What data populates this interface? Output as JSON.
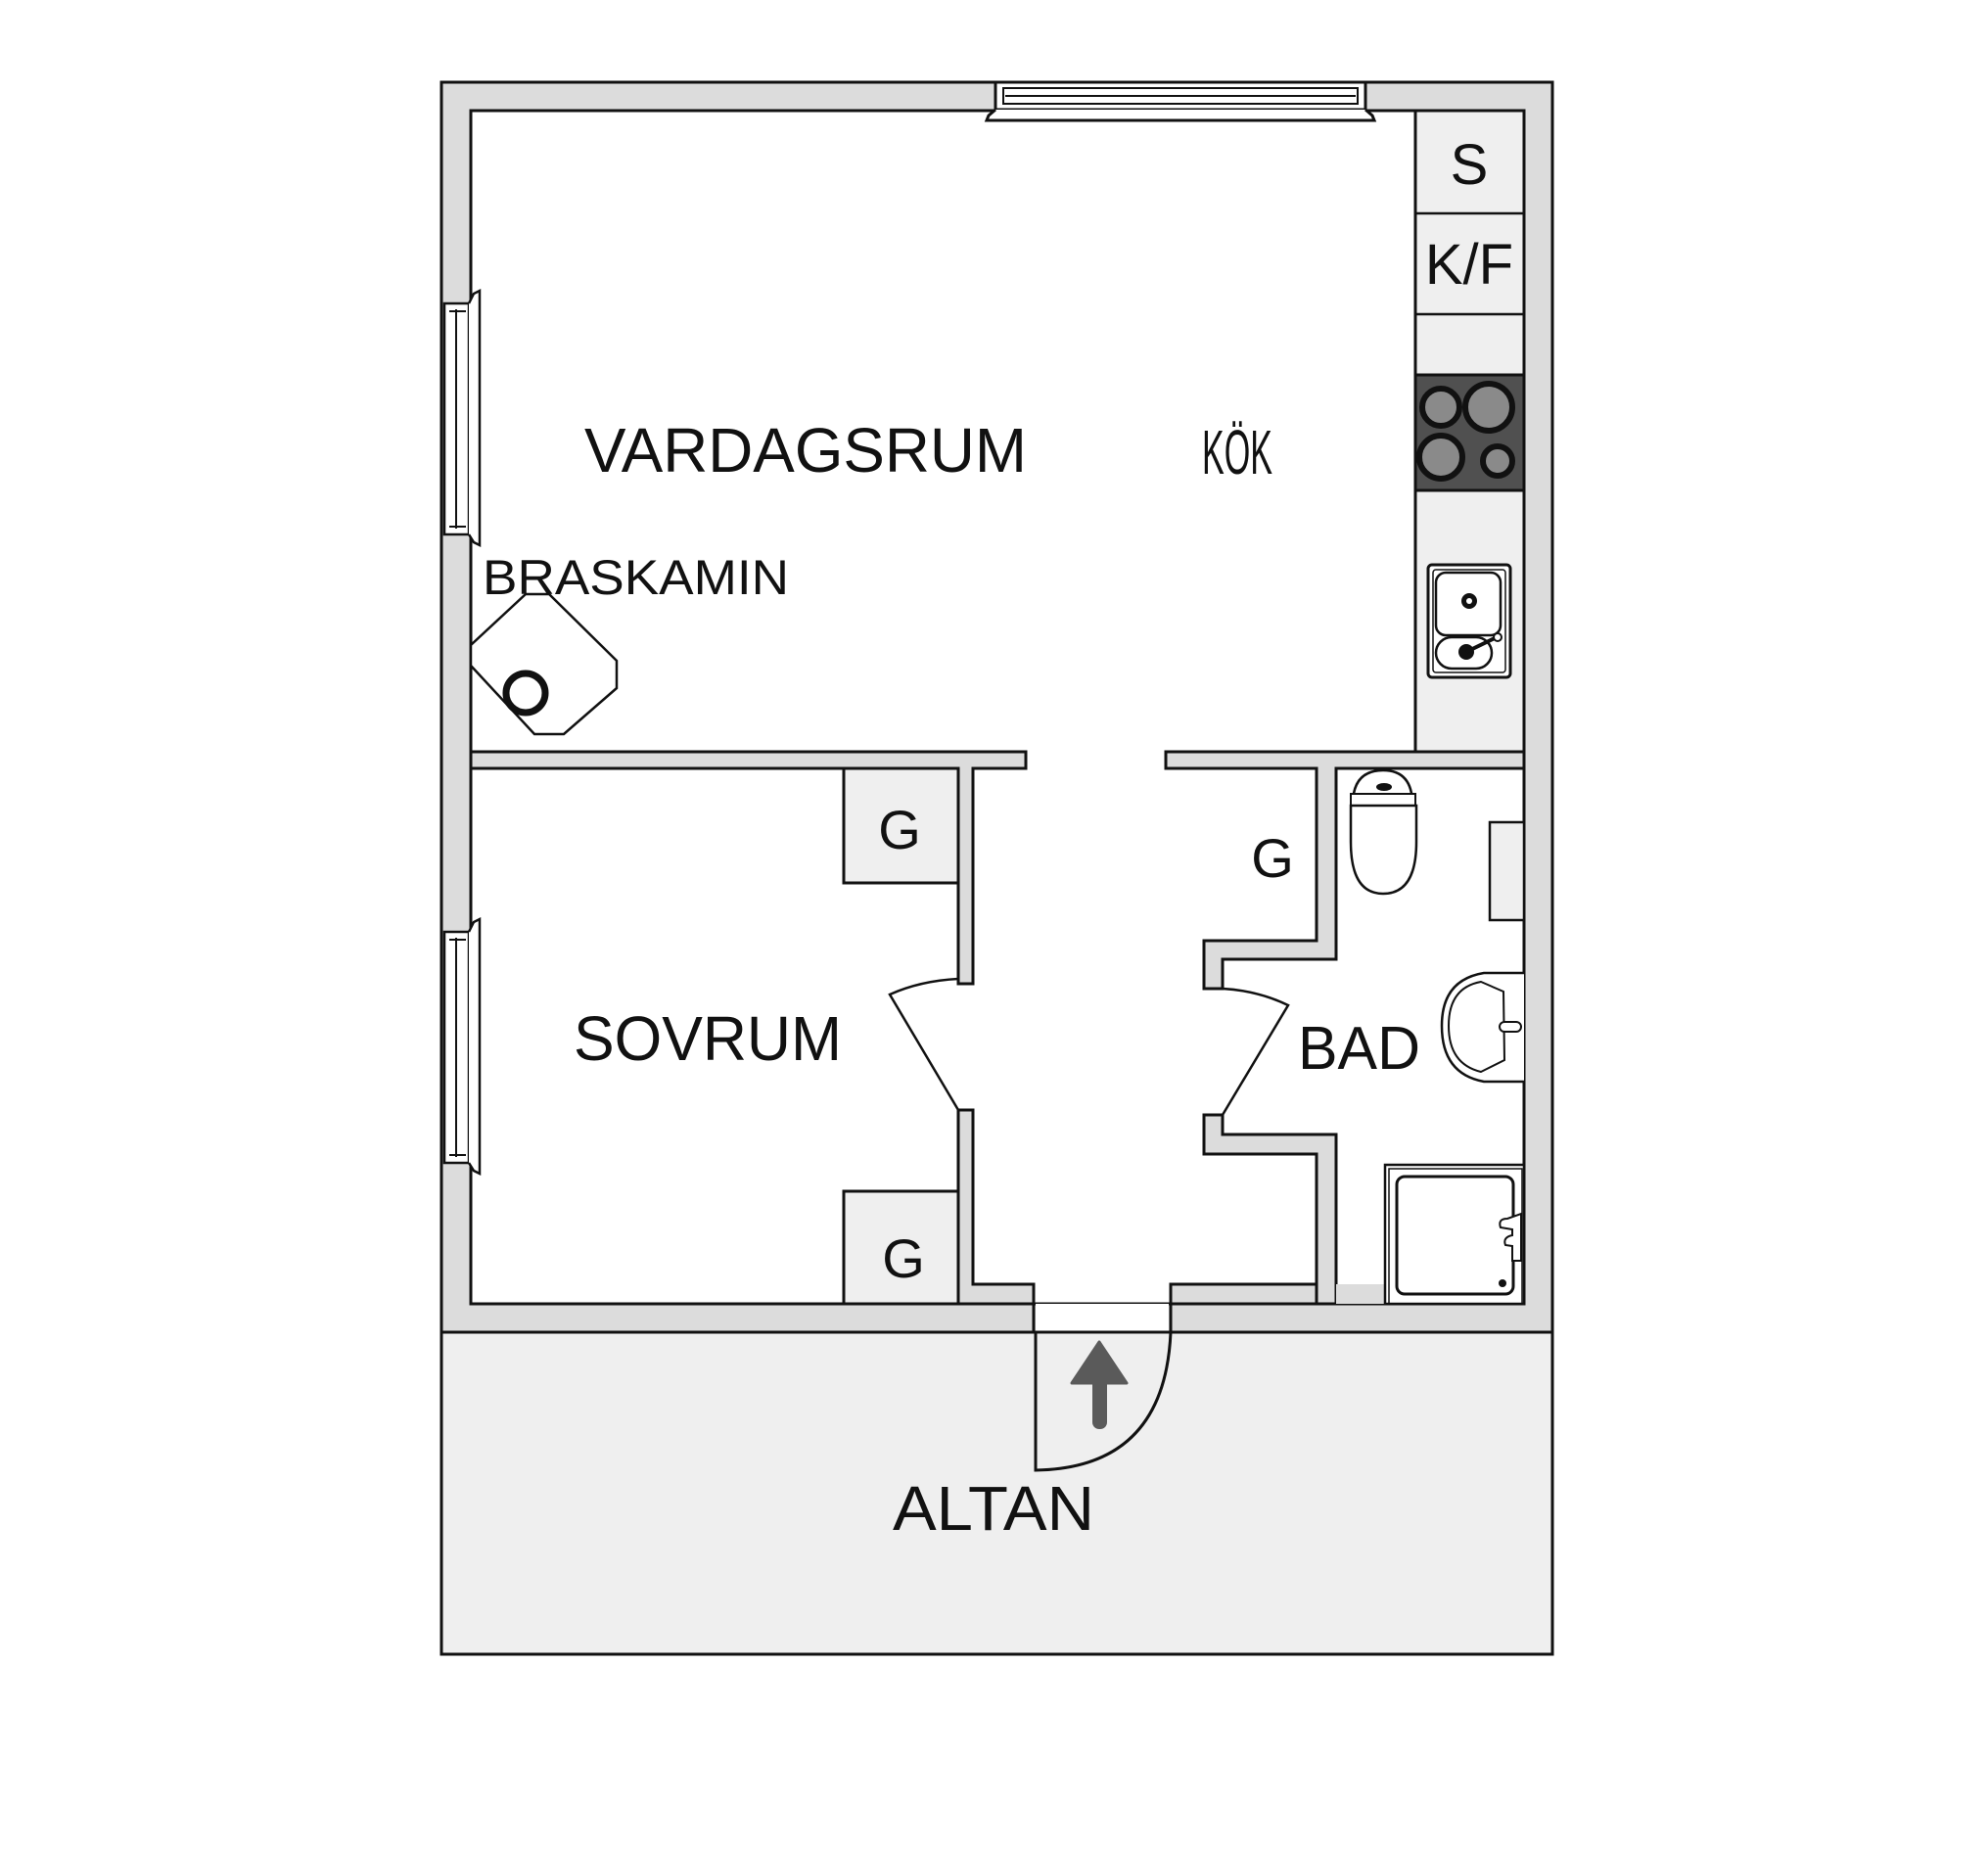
{
  "floorplan": {
    "colors": {
      "wall": "#dcdcdc",
      "outline": "#111111",
      "floor": "#ffffff",
      "fixture": "#efefef",
      "terrace": "#efefef",
      "stove": "#505050",
      "burner": "#8a8a8a",
      "arrow": "#5a5a5a"
    },
    "rooms": {
      "living": "VARDAGSRUM",
      "kitchen": "KÖK",
      "fireplace": "BRASKAMIN",
      "bedroom": "SOVRUM",
      "bathroom": "BAD",
      "terrace": "ALTAN"
    },
    "fixtures": {
      "stove_unit": "S",
      "fridge_freezer": "K/F",
      "wardrobe_bedroom_top": "G",
      "wardrobe_bedroom_bottom": "G",
      "wardrobe_hall": "G"
    },
    "icons": {
      "entrance": "entrance-arrow-icon"
    }
  }
}
